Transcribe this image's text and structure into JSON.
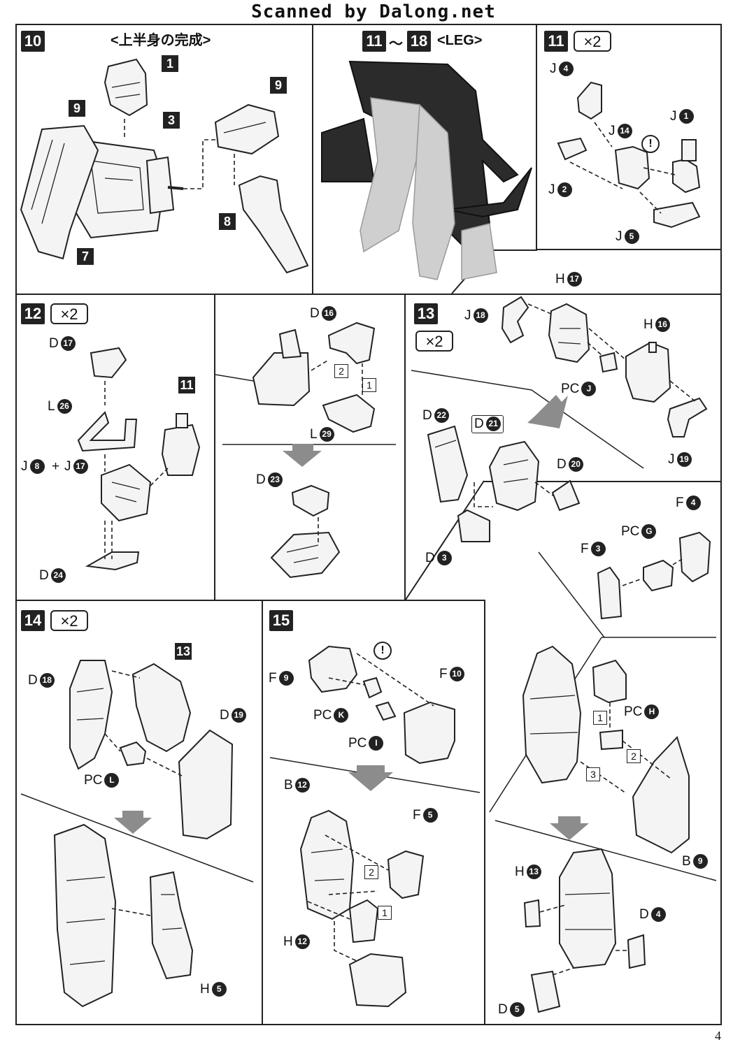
{
  "header": {
    "watermark": "Scanned by Dalong.net"
  },
  "page_number": "4",
  "steps": {
    "s10": {
      "number": "10",
      "title": "<上半身の完成>"
    },
    "s11_18": {
      "from": "11",
      "tilde": "～",
      "to": "18",
      "title": "<LEG>"
    },
    "s11": {
      "number": "11",
      "mult": "×2"
    },
    "s12": {
      "number": "12",
      "mult": "×2"
    },
    "s13": {
      "number": "13",
      "mult": "×2"
    },
    "s14": {
      "number": "14",
      "mult": "×2"
    },
    "s15": {
      "number": "15"
    }
  },
  "s10_parts": [
    "1",
    "3",
    "9",
    "9",
    "8",
    "7"
  ],
  "s11_labels": [
    {
      "letter": "J",
      "num": "4"
    },
    {
      "letter": "J",
      "num": "1"
    },
    {
      "letter": "J",
      "num": "14"
    },
    {
      "letter": "J",
      "num": "2"
    },
    {
      "letter": "J",
      "num": "5"
    }
  ],
  "s12_labels": [
    {
      "letter": "D",
      "num": "17"
    },
    {
      "letter": "L",
      "num": "26"
    },
    {
      "letter": "J",
      "num": "8"
    },
    {
      "plus": "+"
    },
    {
      "letter": "J",
      "num": "17"
    },
    {
      "letter": "D",
      "num": "24"
    },
    {
      "letter": "D",
      "num": "16"
    },
    {
      "letter": "L",
      "num": "29"
    },
    {
      "letter": "D",
      "num": "23"
    }
  ],
  "s12_part": "11",
  "s12_order": [
    "2",
    "1"
  ],
  "s13_labels": [
    {
      "letter": "J",
      "num": "18"
    },
    {
      "letter": "H",
      "num": "17"
    },
    {
      "letter": "H",
      "num": "16"
    },
    {
      "letter": "PC",
      "num": "J"
    },
    {
      "letter": "J",
      "num": "19"
    },
    {
      "letter": "D",
      "num": "22"
    },
    {
      "letter": "D",
      "num": "21"
    },
    {
      "letter": "D",
      "num": "20"
    },
    {
      "letter": "D",
      "num": "3"
    },
    {
      "letter": "F",
      "num": "4"
    },
    {
      "letter": "PC",
      "num": "G"
    },
    {
      "letter": "F",
      "num": "3"
    }
  ],
  "s14_labels": [
    {
      "letter": "D",
      "num": "18"
    },
    {
      "letter": "D",
      "num": "19"
    },
    {
      "letter": "PC",
      "num": "L"
    },
    {
      "letter": "H",
      "num": "5"
    }
  ],
  "s14_part": "13",
  "s15_labels": [
    {
      "letter": "F",
      "num": "9"
    },
    {
      "letter": "F",
      "num": "10"
    },
    {
      "letter": "PC",
      "num": "K"
    },
    {
      "letter": "PC",
      "num": "I"
    },
    {
      "letter": "B",
      "num": "12"
    },
    {
      "letter": "F",
      "num": "5"
    },
    {
      "letter": "H",
      "num": "12"
    },
    {
      "letter": "PC",
      "num": "H"
    },
    {
      "letter": "B",
      "num": "9"
    },
    {
      "letter": "H",
      "num": "13"
    },
    {
      "letter": "D",
      "num": "4"
    },
    {
      "letter": "D",
      "num": "5"
    }
  ],
  "s15_order_a": [
    "2",
    "1"
  ],
  "s15_order_b": [
    "1",
    "2",
    "3"
  ]
}
